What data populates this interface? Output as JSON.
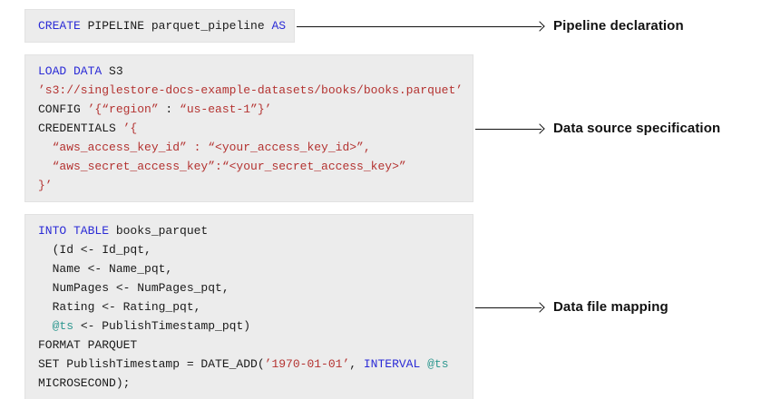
{
  "colors": {
    "keyword": "#2b2bd6",
    "string": "#b43331",
    "variable": "#2f9890",
    "plain": "#1b1b1b",
    "label": "#111111",
    "arrow": "#111111",
    "block_bg": "#ececec",
    "block_border": "#e2e2e2"
  },
  "rows": [
    {
      "label": "Pipeline declaration",
      "code": [
        [
          {
            "t": "CREATE",
            "c": "kw"
          },
          {
            "t": " PIPELINE parquet_pipeline ",
            "c": "pl"
          },
          {
            "t": "AS",
            "c": "kw"
          }
        ]
      ]
    },
    {
      "label": "Data source specification",
      "code": [
        [
          {
            "t": "LOAD DATA",
            "c": "kw"
          },
          {
            "t": " S3",
            "c": "pl"
          }
        ],
        [
          {
            "t": "’s3://singlestore-docs-example-datasets/books/books.parquet’",
            "c": "str"
          }
        ],
        [
          {
            "t": "CONFIG ",
            "c": "pl"
          },
          {
            "t": "’{“region”",
            "c": "str"
          },
          {
            "t": " : ",
            "c": "pl"
          },
          {
            "t": "“us-east-1”}’",
            "c": "str"
          }
        ],
        [
          {
            "t": "CREDENTIALS ",
            "c": "pl"
          },
          {
            "t": "’{",
            "c": "str"
          }
        ],
        [
          {
            "t": "  “aws_access_key_id” : “<your_access_key_id>”,",
            "c": "str"
          }
        ],
        [
          {
            "t": "  “aws_secret_access_key”:“<your_secret_access_key>”",
            "c": "str"
          }
        ],
        [
          {
            "t": "}’",
            "c": "str"
          }
        ]
      ]
    },
    {
      "label": "Data file mapping",
      "code": [
        [
          {
            "t": "INTO TABLE",
            "c": "kw"
          },
          {
            "t": " books_parquet",
            "c": "pl"
          }
        ],
        [
          {
            "t": "  (Id <- Id_pqt,",
            "c": "pl"
          }
        ],
        [
          {
            "t": "  Name <- Name_pqt,",
            "c": "pl"
          }
        ],
        [
          {
            "t": "  NumPages <- NumPages_pqt,",
            "c": "pl"
          }
        ],
        [
          {
            "t": "  Rating <- Rating_pqt,",
            "c": "pl"
          }
        ],
        [
          {
            "t": "  ",
            "c": "pl"
          },
          {
            "t": "@ts",
            "c": "var"
          },
          {
            "t": " <- PublishTimestamp_pqt)",
            "c": "pl"
          }
        ],
        [
          {
            "t": "FORMAT PARQUET",
            "c": "pl"
          }
        ],
        [
          {
            "t": "SET PublishTimestamp = DATE_ADD(",
            "c": "pl"
          },
          {
            "t": "’1970-01-01’",
            "c": "str"
          },
          {
            "t": ", ",
            "c": "pl"
          },
          {
            "t": "INTERVAL",
            "c": "kw"
          },
          {
            "t": " ",
            "c": "pl"
          },
          {
            "t": "@ts",
            "c": "var"
          }
        ],
        [
          {
            "t": "MICROSECOND);",
            "c": "pl"
          }
        ]
      ]
    }
  ]
}
